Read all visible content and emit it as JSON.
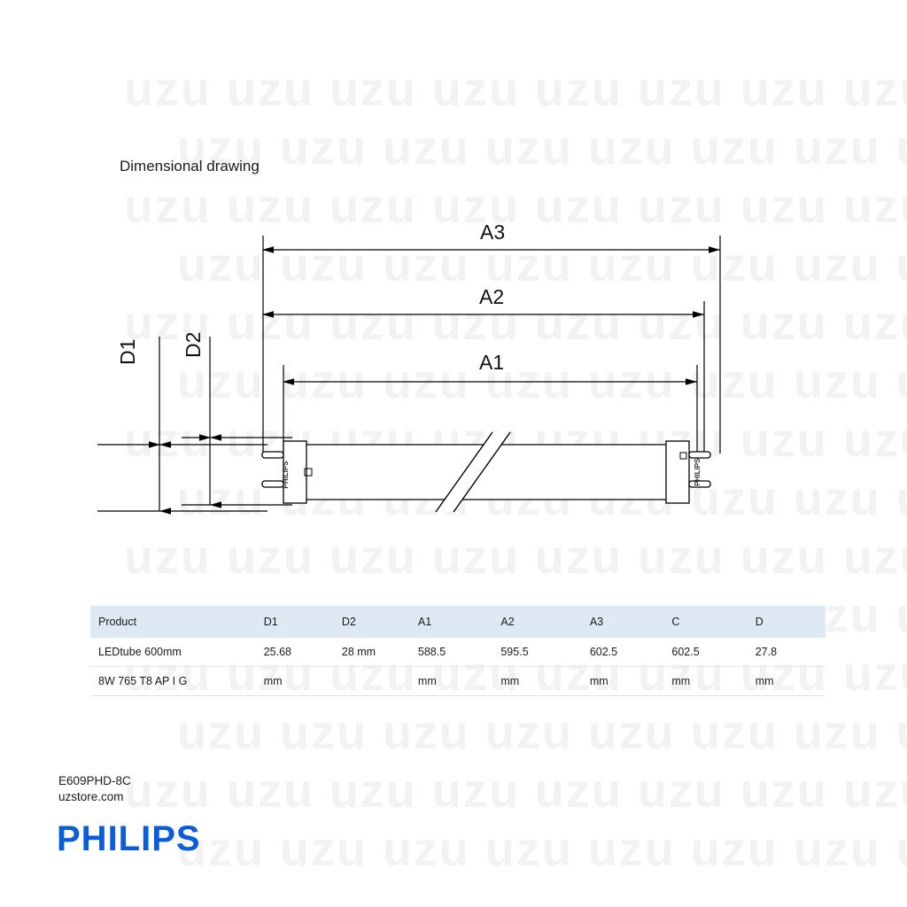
{
  "page": {
    "title": "Dimensional drawing",
    "watermark_text": "uzu",
    "background": "#ffffff"
  },
  "diagram": {
    "type": "dimensional-drawing",
    "subject": "LED tube lamp",
    "dimension_labels": [
      {
        "id": "A3",
        "label": "A3",
        "orientation": "horizontal"
      },
      {
        "id": "A2",
        "label": "A2",
        "orientation": "horizontal"
      },
      {
        "id": "A1",
        "label": "A1",
        "orientation": "horizontal"
      },
      {
        "id": "D1",
        "label": "D1",
        "orientation": "vertical"
      },
      {
        "id": "D2",
        "label": "D2",
        "orientation": "vertical"
      }
    ],
    "lamp_brand_mark": "PHILIPS",
    "line_color": "#000000"
  },
  "table": {
    "headers": [
      "Product",
      "D1",
      "D2",
      "A1",
      "A2",
      "A3",
      "C",
      "D"
    ],
    "rows": [
      {
        "product": "LEDtube 600mm",
        "d1": "25.68",
        "d2": "28 mm",
        "a1": "588.5",
        "a2": "595.5",
        "a3": "602.5",
        "c": "602.5",
        "d": "27.8"
      },
      {
        "product": "8W 765 T8 AP I G",
        "d1": "mm",
        "d2": "",
        "a1": "mm",
        "a2": "mm",
        "a3": "mm",
        "c": "mm",
        "d": "mm"
      }
    ],
    "header_background": "#dfe9f3"
  },
  "footer": {
    "product_code": "E609PHD-8C",
    "site": "uzstore.com",
    "brand": "PHILIPS",
    "brand_color": "#0b5ed7"
  }
}
